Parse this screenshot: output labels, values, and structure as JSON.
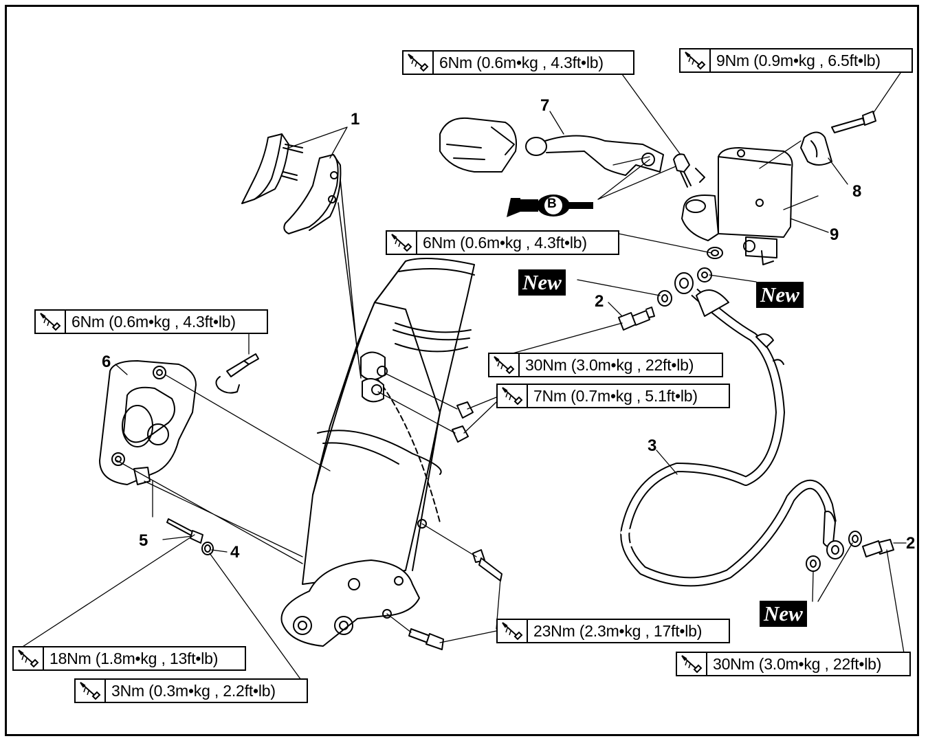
{
  "torque_labels": [
    {
      "id": "t1",
      "text": "6Nm (0.6m•kg , 4.3ft•lb)"
    },
    {
      "id": "t2",
      "text": "9Nm (0.9m•kg , 6.5ft•lb)"
    },
    {
      "id": "t3",
      "text": "6Nm (0.6m•kg , 4.3ft•lb)"
    },
    {
      "id": "t4",
      "text": "6Nm (0.6m•kg , 4.3ft•lb)"
    },
    {
      "id": "t5",
      "text": "30Nm (3.0m•kg , 22ft•lb)"
    },
    {
      "id": "t6",
      "text": "7Nm (0.7m•kg , 5.1ft•lb)"
    },
    {
      "id": "t7",
      "text": "23Nm (2.3m•kg , 17ft•lb)"
    },
    {
      "id": "t8",
      "text": "18Nm (1.8m•kg , 13ft•lb)"
    },
    {
      "id": "t9",
      "text": "3Nm (0.3m•kg , 2.2ft•lb)"
    },
    {
      "id": "t10",
      "text": "30Nm (3.0m•kg , 22ft•lb)"
    }
  ],
  "part_numbers": {
    "p1": "1",
    "p2a": "2",
    "p2b": "2",
    "p3": "3",
    "p4": "4",
    "p5": "5",
    "p6": "6",
    "p7": "7",
    "p8": "8",
    "p9": "9"
  },
  "new_label": "New",
  "grease_mark": "B",
  "icon_names": [
    "torque-wrench-icon",
    "grease-gun-icon"
  ],
  "colors": {
    "line": "#000000",
    "background": "#ffffff"
  }
}
